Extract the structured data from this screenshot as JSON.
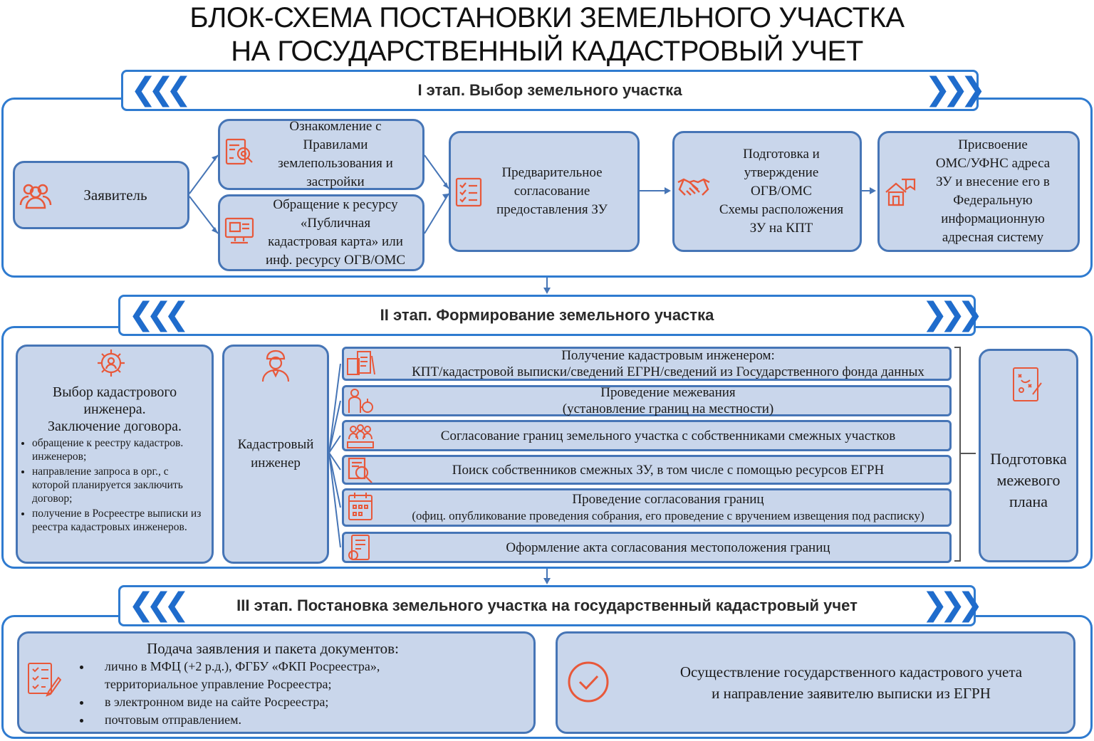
{
  "title": {
    "line1": "БЛОК-СХЕМА ПОСТАНОВКИ ЗЕМЕЛЬНОГО УЧАСТКА",
    "line2": "НА ГОСУДАРСТВЕННЫЙ КАДАСТРОВЫЙ УЧЕТ"
  },
  "colors": {
    "frame": "#2f7bd0",
    "box_fill": "#c9d6eb",
    "box_border": "#4675b6",
    "icon": "#e8583a",
    "chevron": "#1f6ccc"
  },
  "stage1": {
    "label": "I этап. Выбор земельного участка",
    "applicant": "Заявитель",
    "rules": "Ознакомление с\nПравилами\nземлепользования и\nзастройки",
    "map": "Обращение к ресурсу\n«Публичная\nкадастровая карта» или\nинф. ресурсу ОГВ/ОМС",
    "prelim": "Предварительное\nсогласование\nпредоставления ЗУ",
    "scheme": "Подготовка и\nутверждение\nОГВ/ОМС\nСхемы расположения\nЗУ на КПТ",
    "address": "Присвоение\nОМС/УФНС адреса\nЗУ и внесение его в\nФедеральную\nинформационную\nадресная систему"
  },
  "stage2": {
    "label": "II этап. Формирование земельного участка",
    "choose_title": "Выбор кадастрового\nинженера.\nЗаключение договора.",
    "choose_items": [
      "обращение к реестру кадастров. инженеров;",
      "направление запроса в орг., с которой планируется заключить договор;",
      "получение в Росреестре выписки из реестра кадастровых инженеров."
    ],
    "engineer": "Кадастровый\nинженер",
    "steps": [
      {
        "title": "Получение кадастровым инженером:",
        "sub": "КПТ/кадастровой выписки/сведений ЕГРН/сведений из Государственного фонда данных"
      },
      {
        "title": "Проведение межевания",
        "sub": "(установление границ на местности)"
      },
      {
        "title": "Согласование границ земельного участка с собственниками смежных участков",
        "sub": ""
      },
      {
        "title": "Поиск собственников смежных ЗУ, в том числе с помощью ресурсов ЕГРН",
        "sub": ""
      },
      {
        "title": "Проведение согласования границ",
        "sub": "(офиц. опубликование проведения собрания, его проведение с вручением извещения под расписку)"
      },
      {
        "title": "Оформление акта согласования местоположения границ",
        "sub": ""
      }
    ],
    "plan": "Подготовка\nмежевого\nплана"
  },
  "stage3": {
    "label": "III этап. Постановка земельного участка на государственный кадастровый учет",
    "submit_title": "Подача заявления и пакета документов:",
    "submit_items": [
      "лично в МФЦ (+2 р.д.), ФГБУ «ФКП Росреестра», территориальное управление Росреестра;",
      "в электронном виде на сайте Росреестра;",
      "почтовым отправлением."
    ],
    "result": "Осуществление государственного кадастрового учета\nи направление заявителю выписки из ЕГРН"
  }
}
